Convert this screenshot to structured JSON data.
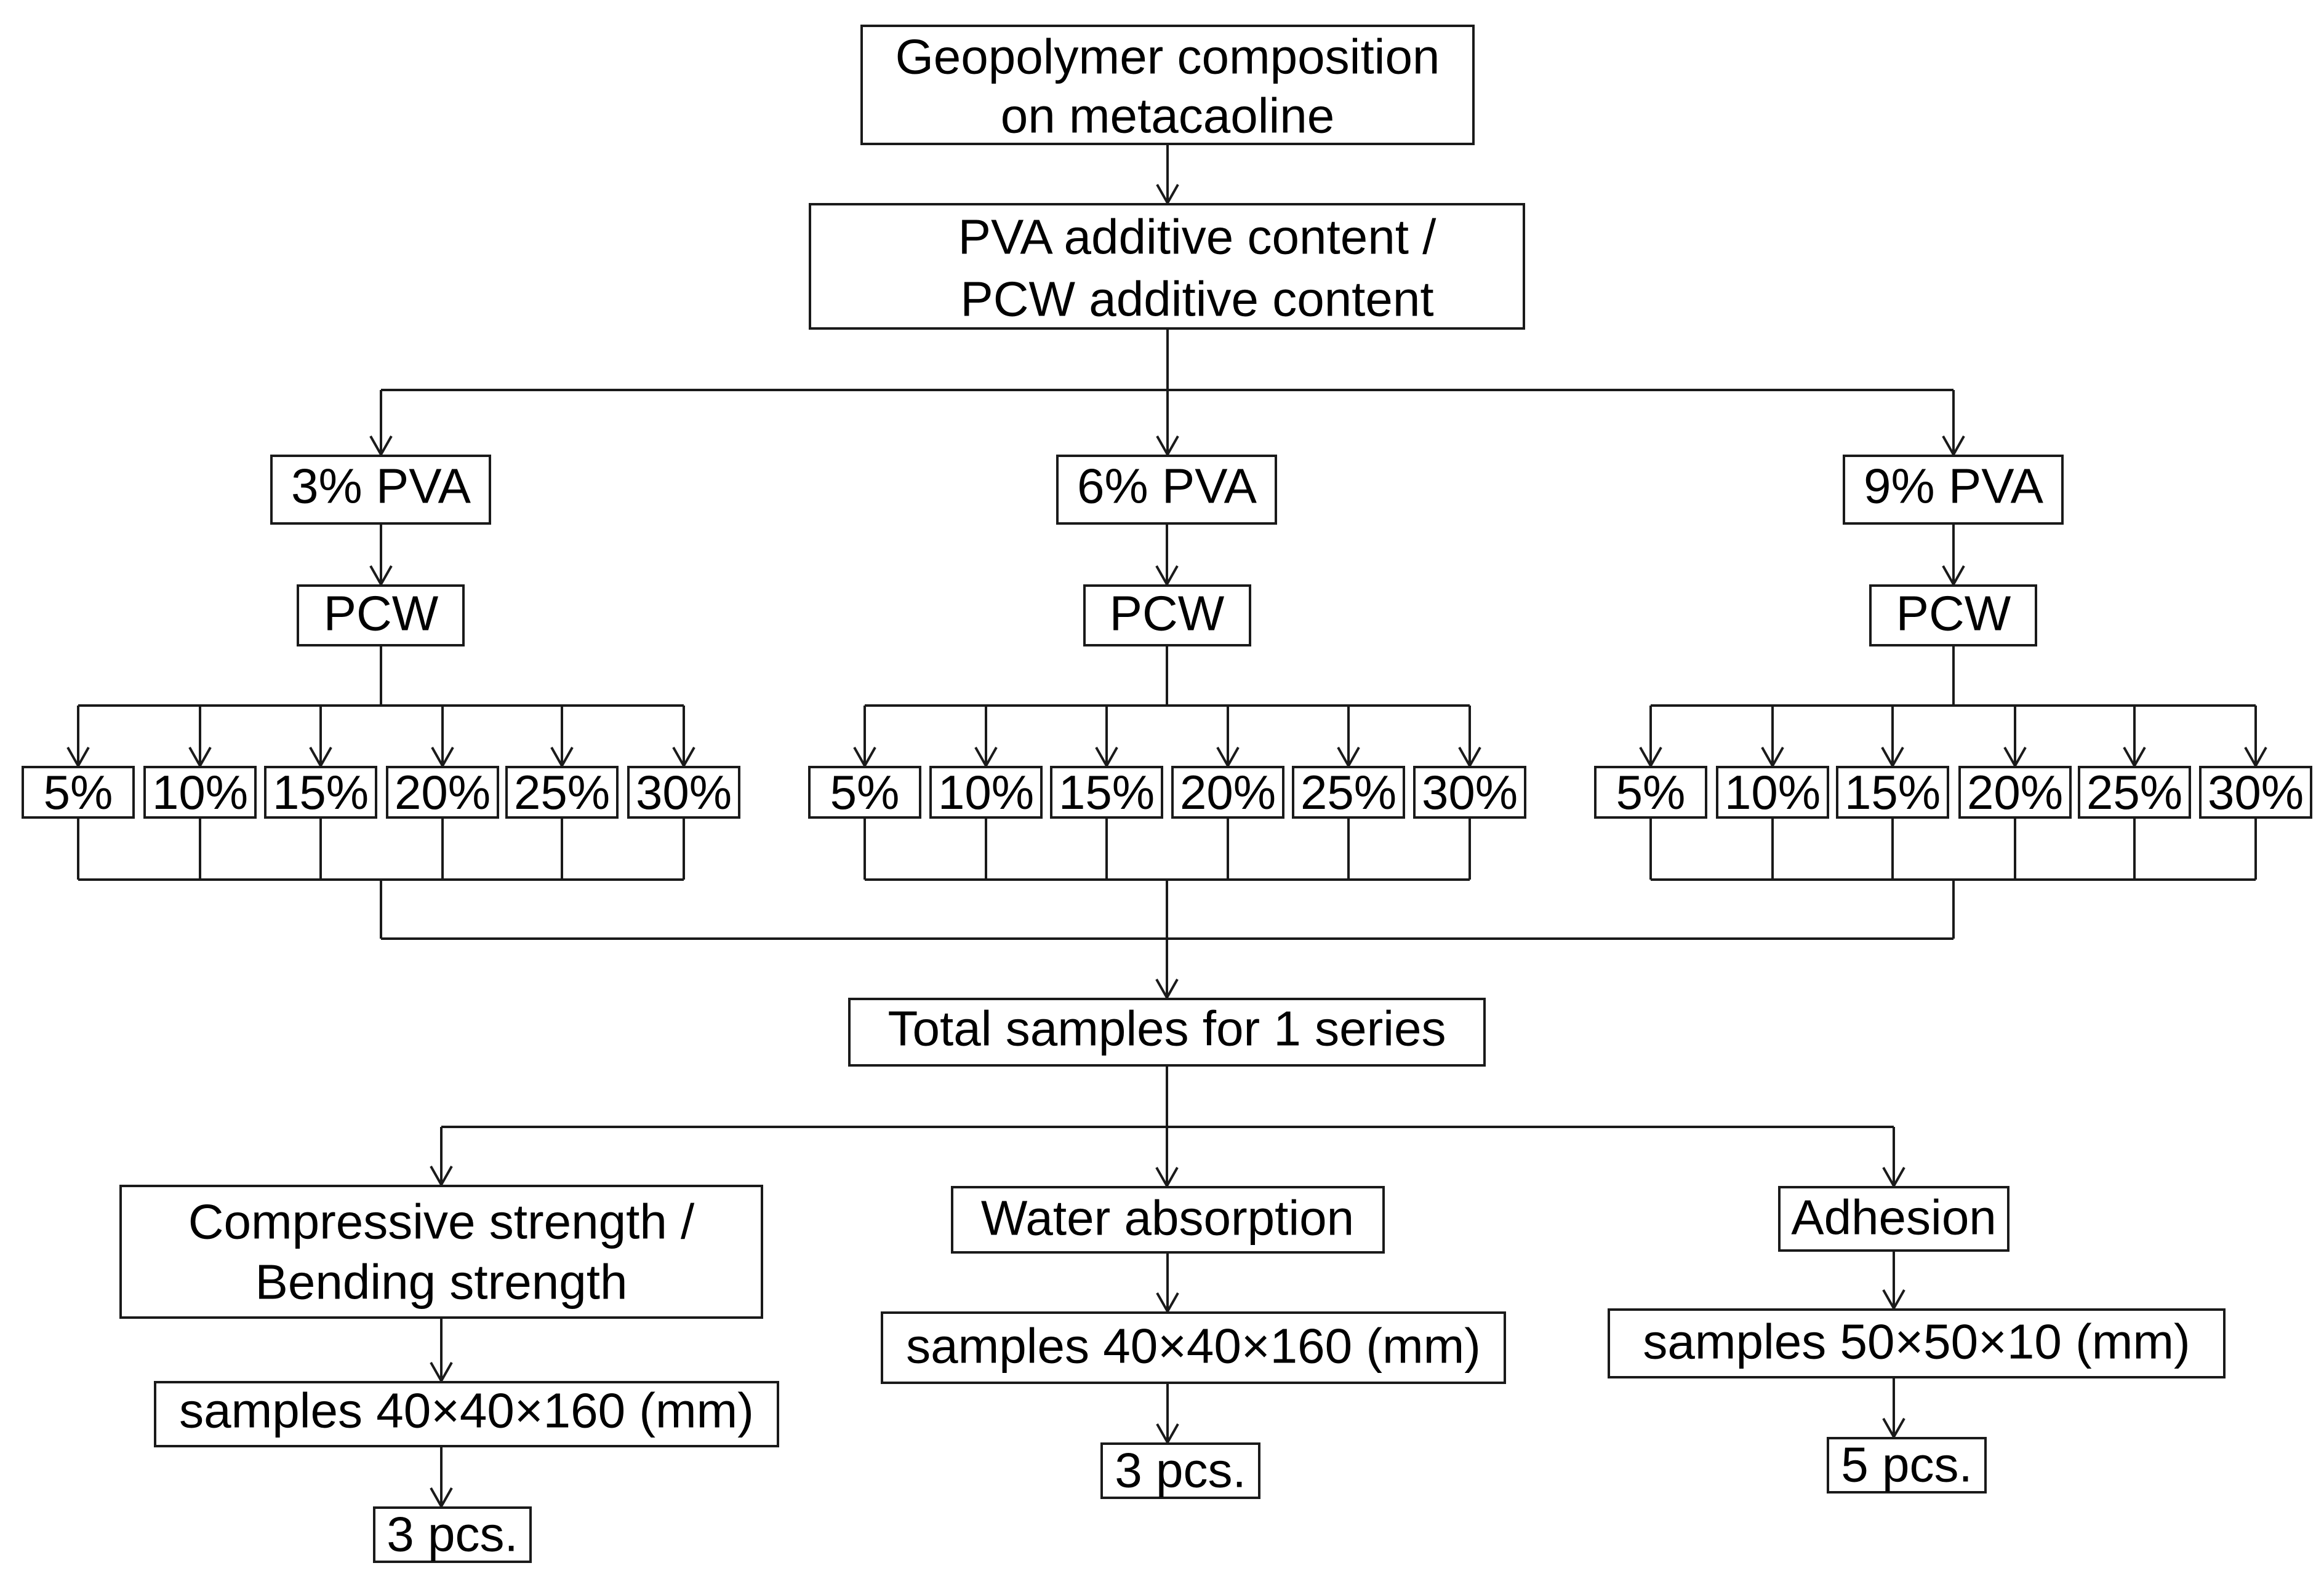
{
  "diagram": {
    "root": {
      "line1": "Geopolymer composition",
      "line2": "on metacaoline"
    },
    "additive": {
      "line1": "PVA additive content /",
      "line2": "PCW additive content"
    },
    "branches": [
      {
        "pva_label": "3% PVA",
        "pcw_label": "PCW",
        "percents": [
          "5%",
          "10%",
          "15%",
          "20%",
          "25%",
          "30%"
        ]
      },
      {
        "pva_label": "6% PVA",
        "pcw_label": "PCW",
        "percents": [
          "5%",
          "10%",
          "15%",
          "20%",
          "25%",
          "30%"
        ]
      },
      {
        "pva_label": "9% PVA",
        "pcw_label": "PCW",
        "percents": [
          "5%",
          "10%",
          "15%",
          "20%",
          "25%",
          "30%"
        ]
      }
    ],
    "total": "Total samples for 1 series",
    "tests": [
      {
        "name_line1": "Compressive strength /",
        "name_line2": "Bending strength",
        "samples": "samples 40×40×160 (mm)",
        "count": "3 pcs."
      },
      {
        "name_line1": "Water absorption",
        "samples": "samples 40×40×160 (mm)",
        "count": "3 pcs."
      },
      {
        "name_line1": "Adhesion",
        "samples": "samples 50×50×10 (mm)",
        "count": "5 pcs."
      }
    ]
  }
}
